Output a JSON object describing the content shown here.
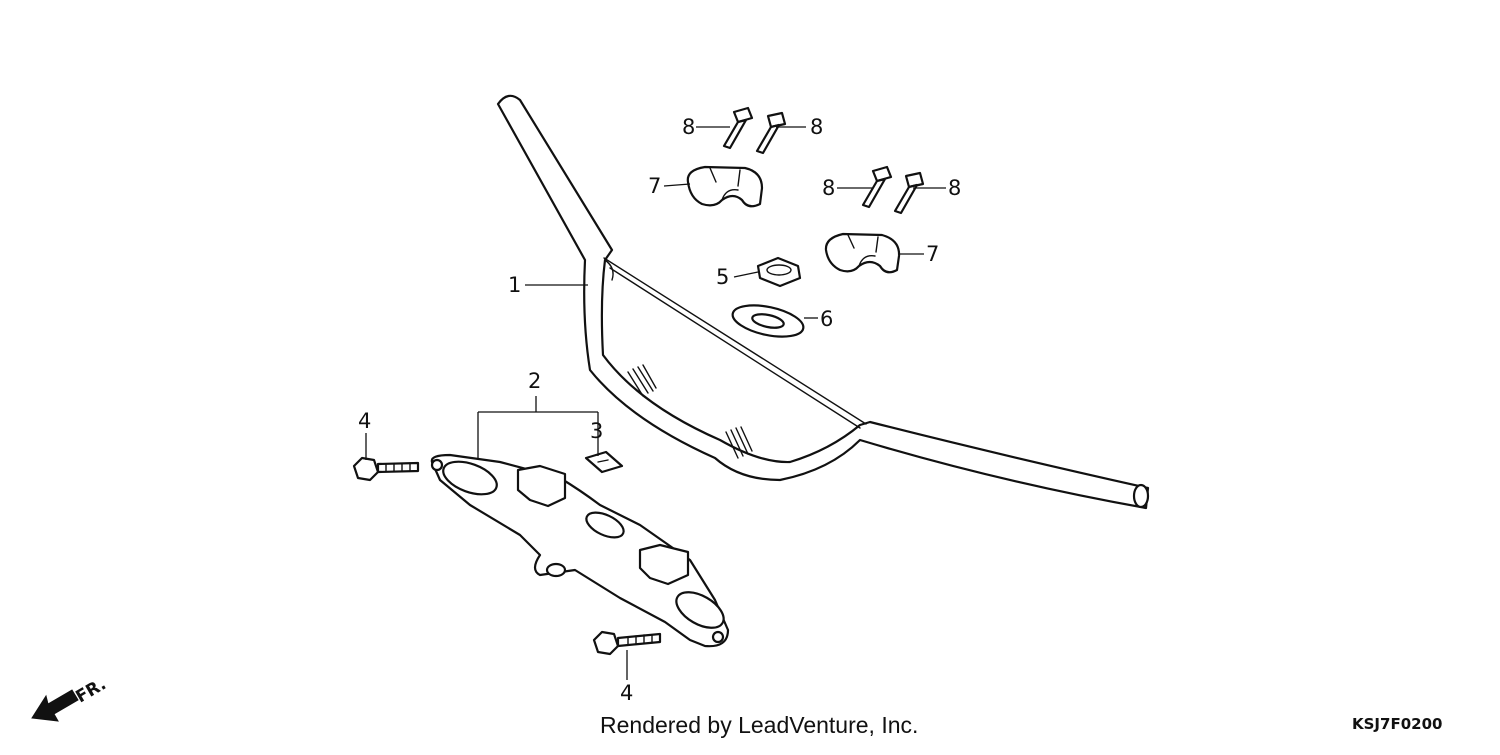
{
  "diagram": {
    "callouts": {
      "c1": "1",
      "c2": "2",
      "c3": "3",
      "c4a": "4",
      "c4b": "4",
      "c5": "5",
      "c6": "6",
      "c7a": "7",
      "c7b": "7",
      "c8a": "8",
      "c8b": "8",
      "c8c": "8",
      "c8d": "8"
    },
    "direction_label": "FR.",
    "credit": "Rendered by LeadVenture, Inc.",
    "diagram_code": "KSJ7F0200"
  }
}
